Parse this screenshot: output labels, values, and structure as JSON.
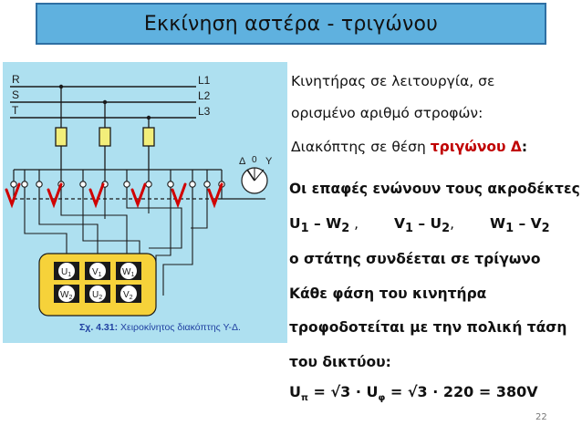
{
  "slide": {
    "title": "Εκκίνηση αστέρα - τριγώνου",
    "page_number": "22"
  },
  "text": {
    "line1": "Κινητήρας σε λειτουργία, σε",
    "line2": "ορισμένο αριθμό στροφών:",
    "line3_prefix": "Διακόπτης σε θέση ",
    "line3_highlight": "τριγώνου Δ",
    "line3_suffix": ":",
    "contacts_heading": "Οι επαφές ενώνουν τους ακροδέκτες",
    "pair1": {
      "a": "U",
      "a_sub": "1",
      "sep": " – ",
      "b": "W",
      "b_sub": "2",
      "tail": " ,"
    },
    "pair2": {
      "a": "V",
      "a_sub": "1",
      "sep": " – ",
      "b": "U",
      "b_sub": "2",
      "tail": ","
    },
    "pair3": {
      "a": "W",
      "a_sub": "1",
      "sep": " – ",
      "b": "V",
      "b_sub": "2",
      "tail": ""
    },
    "stator_line": " ο στάτης συνδέεται σε τρίγωνο",
    "phase_line1": "Κάθε φάση του κινητήρα",
    "phase_line2": "τροφοδοτείται με την πολική τάση",
    "phase_line3": "του δικτύου:",
    "formula": {
      "lhs": "U",
      "lhs_sub": "π",
      "eq1": " = ",
      "rhs1": "√3 · U",
      "rhs1_sub": "φ",
      "rest": " = √3 · 220 = 380V"
    }
  },
  "diagram": {
    "lines": [
      "R",
      "S",
      "T"
    ],
    "line_labels": [
      "L1",
      "L2",
      "L3"
    ],
    "switch_labels": {
      "delta": "Δ",
      "zero": "0",
      "star": "Y"
    },
    "terminals_top": [
      {
        "letter": "U",
        "sub": "1"
      },
      {
        "letter": "V",
        "sub": "1"
      },
      {
        "letter": "W",
        "sub": "1"
      }
    ],
    "terminals_bottom": [
      {
        "letter": "W",
        "sub": "2"
      },
      {
        "letter": "U",
        "sub": "2"
      },
      {
        "letter": "V",
        "sub": "2"
      }
    ],
    "caption_ref": "Σχ. 4.31:",
    "caption_text": " Χειροκίνητος διακόπτης Υ-Δ.",
    "colors": {
      "background": "#aee0f0",
      "wire": "#1a1a1a",
      "fuse": "#f2ee7a",
      "motor_box": "#f6d23a",
      "terminal": "#1a1a1a",
      "check": "#d00000",
      "caption": "#1f3fa0"
    }
  }
}
